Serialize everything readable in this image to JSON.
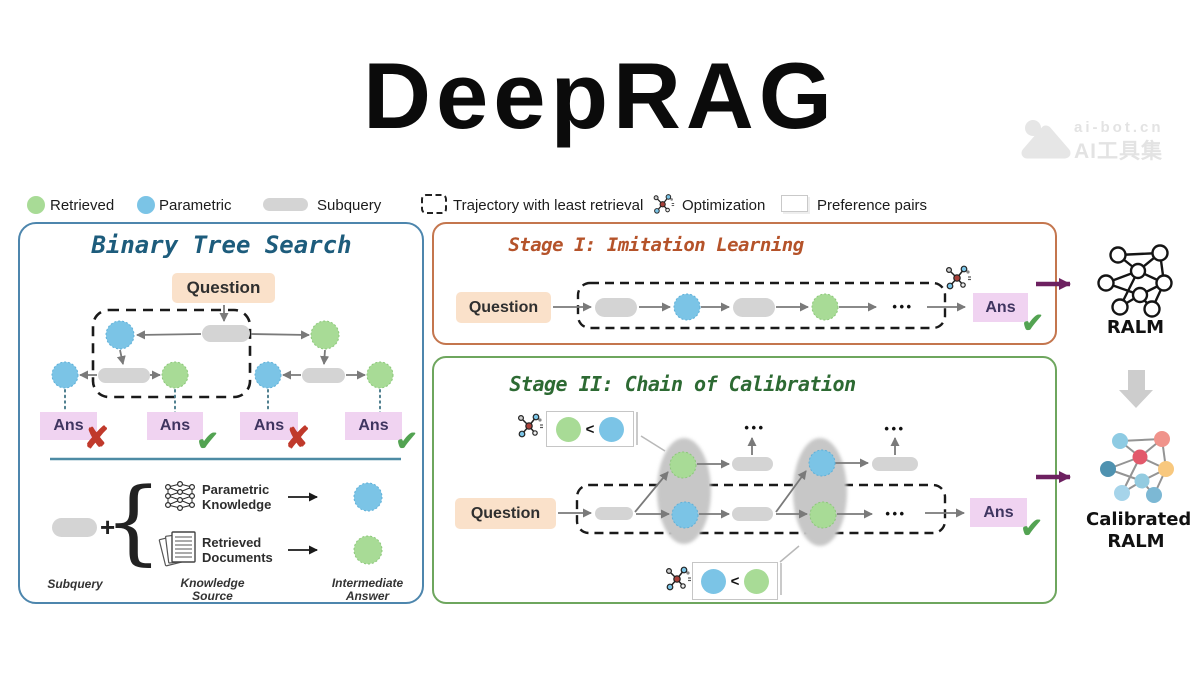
{
  "page": {
    "title": "DeepRAG"
  },
  "watermark": {
    "brand": "ai-bot.cn",
    "brand_cn": "AI工具集"
  },
  "legend": {
    "retrieved": "Retrieved",
    "parametric": "Parametric",
    "subquery": "Subquery",
    "trajectory": "Trajectory with least retrieval",
    "optimization": "Optimization",
    "preference_pairs": "Preference pairs"
  },
  "binary_tree": {
    "title": "Binary Tree Search",
    "question": "Question",
    "answers": [
      {
        "label": "Ans",
        "verdict": "wrong",
        "glyph": "✘"
      },
      {
        "label": "Ans",
        "verdict": "correct",
        "glyph": "✔"
      },
      {
        "label": "Ans",
        "verdict": "wrong",
        "glyph": "✘"
      },
      {
        "label": "Ans",
        "verdict": "correct",
        "glyph": "✔"
      }
    ],
    "plus": "+",
    "brace": "{",
    "parametric_knowledge": [
      "Parametric",
      "Knowledge"
    ],
    "retrieved_documents": [
      "Retrieved",
      "Documents"
    ],
    "footer": {
      "subquery": "Subquery",
      "knowledge_source": [
        "Knowledge",
        "Source"
      ],
      "intermediate_answer": [
        "Intermediate",
        "Answer"
      ]
    }
  },
  "stage1": {
    "title": "Stage I: Imitation Learning",
    "question": "Question",
    "dots": "•••",
    "ans": "Ans",
    "check": "✔"
  },
  "stage2": {
    "title": "Stage II: Chain of Calibration",
    "question": "Question",
    "dots": "•••",
    "ans": "Ans",
    "check": "✔",
    "pref_top": {
      "left": "retrieved-green",
      "op": "<",
      "right": "parametric-blue"
    },
    "pref_bottom": {
      "left": "parametric-blue",
      "op": "<",
      "right": "retrieved-green"
    }
  },
  "outputs": {
    "ralm": "RALM",
    "calibrated": [
      "Calibrated",
      "RALM"
    ]
  },
  "colors": {
    "retrieved_green": "#a8db96",
    "parametric_blue": "#7bc4e6",
    "subquery_gray": "#d4d4d4",
    "question_bg": "#fae1ca",
    "ans_bg": "#f0d3f1",
    "tree_accent": "#1d5c7c",
    "stage1_accent": "#b5532a",
    "stage2_accent": "#2d6a33",
    "tree_border": "#4d86ad",
    "stage1_border": "#c4764e",
    "stage2_border": "#6ea65e",
    "optimize_arrow": "#6d2060"
  }
}
